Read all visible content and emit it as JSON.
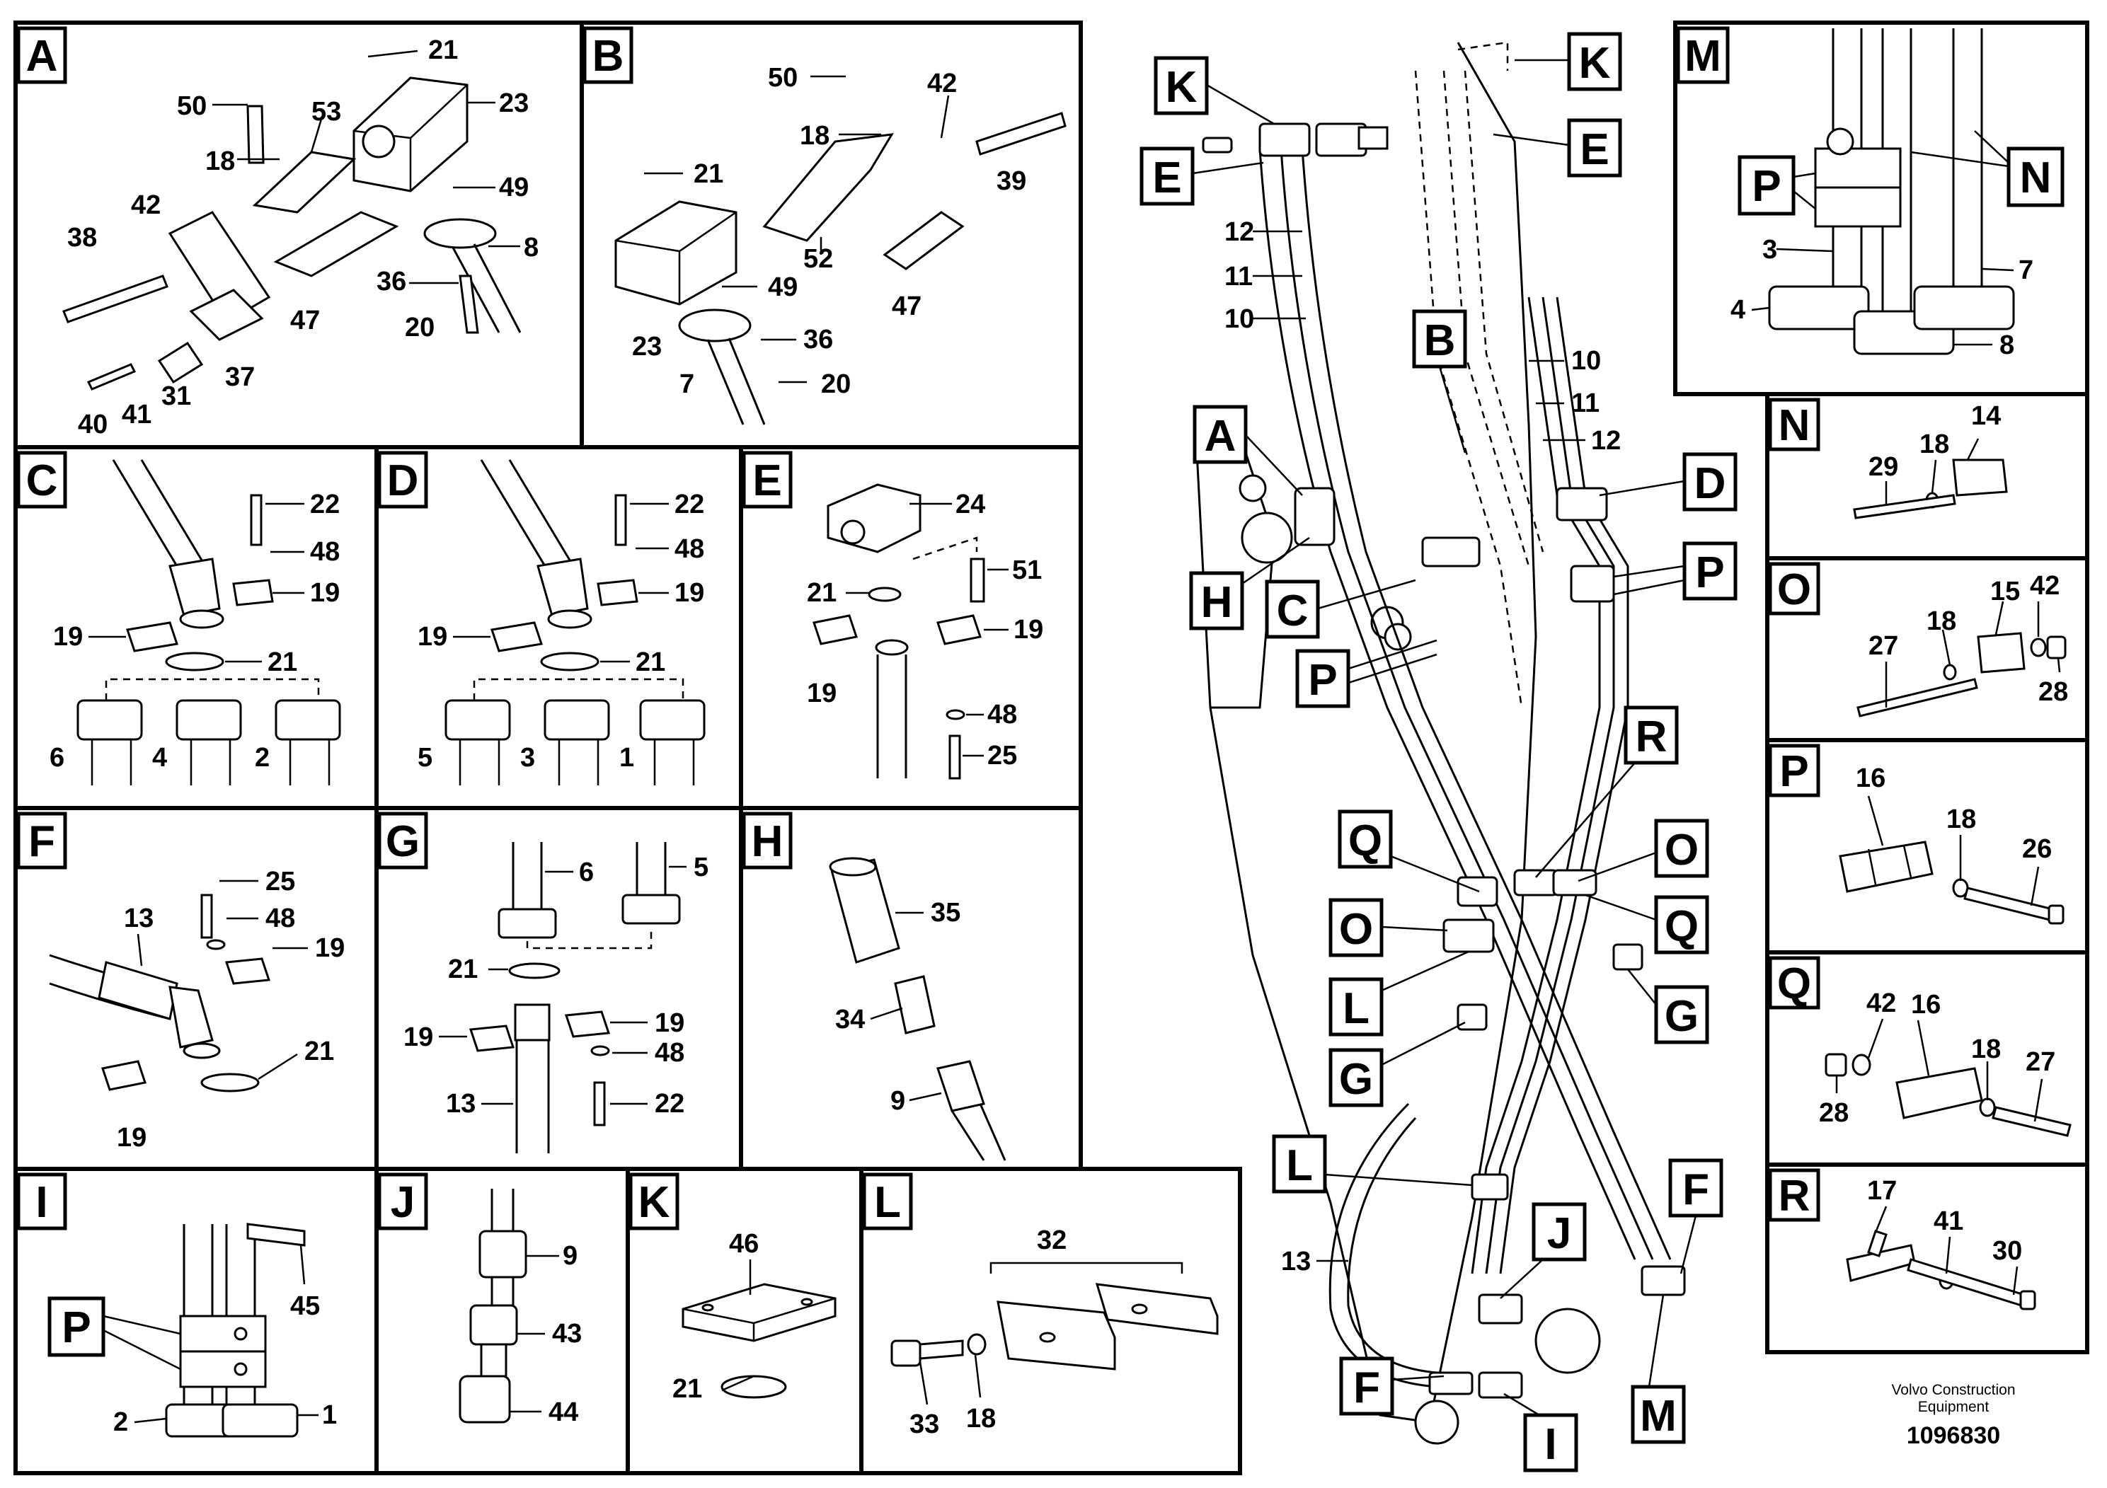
{
  "panels": [
    {
      "id": "A",
      "label": "A"
    },
    {
      "id": "B",
      "label": "B"
    },
    {
      "id": "C",
      "label": "C"
    },
    {
      "id": "D",
      "label": "D"
    },
    {
      "id": "E",
      "label": "E"
    },
    {
      "id": "F",
      "label": "F"
    },
    {
      "id": "G",
      "label": "G"
    },
    {
      "id": "H",
      "label": "H"
    },
    {
      "id": "I",
      "label": "I"
    },
    {
      "id": "J",
      "label": "J"
    },
    {
      "id": "K",
      "label": "K"
    },
    {
      "id": "L",
      "label": "L"
    },
    {
      "id": "M",
      "label": "M"
    },
    {
      "id": "N",
      "label": "N"
    },
    {
      "id": "O",
      "label": "O"
    },
    {
      "id": "P",
      "label": "P"
    },
    {
      "id": "Q",
      "label": "Q"
    },
    {
      "id": "R",
      "label": "R"
    }
  ],
  "part_numbers": {
    "A": [
      "21",
      "23",
      "50",
      "53",
      "18",
      "49",
      "8",
      "38",
      "42",
      "47",
      "36",
      "20",
      "40",
      "41",
      "31",
      "37"
    ],
    "B": [
      "50",
      "42",
      "18",
      "39",
      "21",
      "52",
      "49",
      "47",
      "23",
      "36",
      "7",
      "20"
    ],
    "C": [
      "22",
      "48",
      "19",
      "19",
      "21",
      "6",
      "4",
      "2"
    ],
    "D": [
      "22",
      "48",
      "19",
      "19",
      "21",
      "5",
      "3",
      "1"
    ],
    "E": [
      "24",
      "51",
      "21",
      "19",
      "19",
      "48",
      "25"
    ],
    "F": [
      "25",
      "13",
      "48",
      "19",
      "21",
      "19"
    ],
    "G": [
      "6",
      "5",
      "21",
      "19",
      "19",
      "48",
      "13",
      "22"
    ],
    "H": [
      "35",
      "34",
      "9"
    ],
    "I": [
      "P",
      "45",
      "2",
      "1"
    ],
    "J": [
      "9",
      "43",
      "44"
    ],
    "K": [
      "46",
      "21"
    ],
    "L": [
      "32",
      "33",
      "18"
    ],
    "M": [
      "P",
      "N",
      "3",
      "7",
      "4",
      "8"
    ],
    "N": [
      "14",
      "29",
      "18"
    ],
    "O": [
      "15",
      "42",
      "18",
      "27",
      "28"
    ],
    "P": [
      "16",
      "18",
      "26"
    ],
    "Q": [
      "42",
      "16",
      "18",
      "27",
      "28"
    ],
    "R": [
      "17",
      "41",
      "30"
    ],
    "main": [
      "12",
      "11",
      "10",
      "10",
      "11",
      "12",
      "13"
    ]
  },
  "main_callouts": [
    "K",
    "E",
    "K",
    "E",
    "B",
    "A",
    "H",
    "C",
    "P",
    "D",
    "P",
    "R",
    "Q",
    "O",
    "O",
    "Q",
    "L",
    "G",
    "G",
    "L",
    "J",
    "F",
    "F",
    "I",
    "M"
  ],
  "footer": {
    "company": "Volvo Construction Equipment",
    "company_line1": "Volvo Construction",
    "company_line2": "Equipment",
    "doc_number": "1096830"
  }
}
